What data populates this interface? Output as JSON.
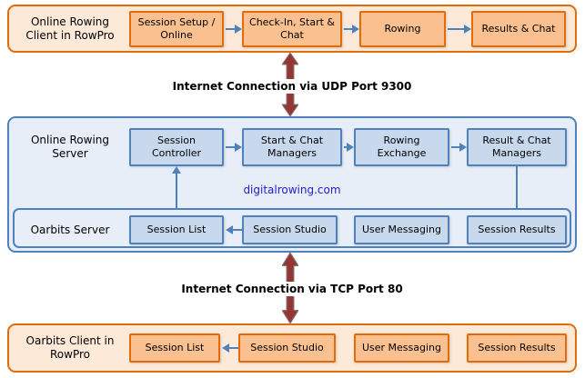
{
  "top_client": {
    "label": "Online Rowing Client in RowPro",
    "boxes": [
      "Session Setup / Online",
      "Check-In, Start & Chat",
      "Rowing",
      "Results & Chat"
    ]
  },
  "udp_connection_label": "Internet Connection via UDP Port 9300",
  "rowing_server": {
    "label": "Online Rowing Server",
    "boxes": [
      "Session Controller",
      "Start & Chat Managers",
      "Rowing Exchange",
      "Result & Chat Managers"
    ]
  },
  "watermark": "digitalrowing.com",
  "oarbits_server": {
    "label": "Oarbits Server",
    "boxes": [
      "Session List",
      "Session Studio",
      "User Messaging",
      "Session Results"
    ]
  },
  "tcp_connection_label": "Internet Connection via TCP Port 80",
  "oarbits_client": {
    "label": "Oarbits Client in RowPro",
    "boxes": [
      "Session List",
      "Session Studio",
      "User Messaging",
      "Session Results"
    ]
  },
  "colors": {
    "orange_border": "#E36C0A",
    "orange_container_fill": "#FCE9D8",
    "orange_box_fill": "#FAC08F",
    "blue_border": "#4F81BB",
    "blue_container_fill": "#E8EEF7",
    "blue_box_fill": "#C9D9ED",
    "flow_arrow": "#4F81BB",
    "connection_arrow_fill": "#943634",
    "connection_arrow_stroke": "#7F7F7F",
    "watermark_color": "#2020CF"
  }
}
